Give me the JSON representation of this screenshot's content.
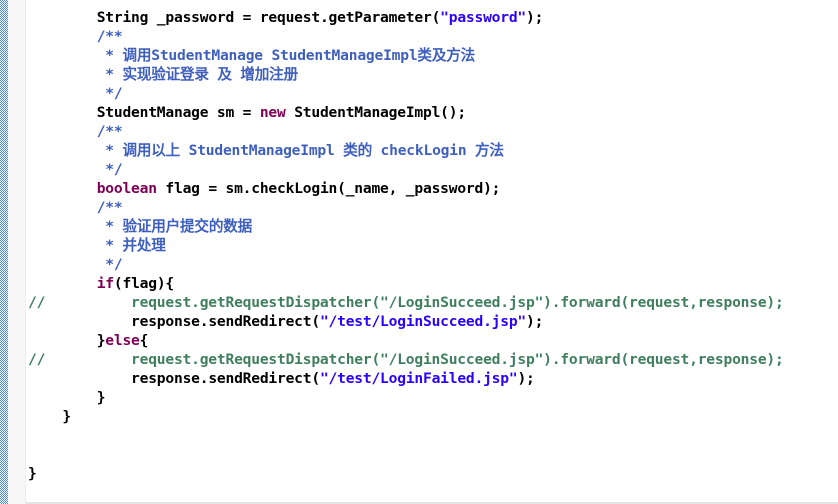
{
  "editor": {
    "language": "Java",
    "colors": {
      "keyword": "#7f0055",
      "string": "#2a00ff",
      "javadoc": "#3f5fbf",
      "line_comment": "#3f7f5f",
      "default": "#000000",
      "ruler": "#4a8fe0"
    },
    "lines": [
      {
        "indent": "        ",
        "tokens": [
          {
            "type": "plain",
            "text": "String _password = request.getParameter("
          },
          {
            "type": "str",
            "text": "\"password\""
          },
          {
            "type": "plain",
            "text": ");"
          }
        ]
      },
      {
        "indent": "        ",
        "tokens": [
          {
            "type": "doc",
            "text": "/**"
          }
        ]
      },
      {
        "indent": "        ",
        "tokens": [
          {
            "type": "doc",
            "text": " * 调用StudentManage StudentManageImpl类及方法"
          }
        ]
      },
      {
        "indent": "        ",
        "tokens": [
          {
            "type": "doc",
            "text": " * 实现验证登录 及 增加注册"
          }
        ]
      },
      {
        "indent": "        ",
        "tokens": [
          {
            "type": "doc",
            "text": " */"
          }
        ]
      },
      {
        "indent": "        ",
        "tokens": [
          {
            "type": "plain",
            "text": "StudentManage sm = "
          },
          {
            "type": "kw",
            "text": "new"
          },
          {
            "type": "plain",
            "text": " StudentManageImpl();"
          }
        ]
      },
      {
        "indent": "        ",
        "tokens": [
          {
            "type": "doc",
            "text": "/**"
          }
        ]
      },
      {
        "indent": "        ",
        "tokens": [
          {
            "type": "doc",
            "text": " * 调用以上 StudentManageImpl 类的 checkLogin 方法"
          }
        ]
      },
      {
        "indent": "        ",
        "tokens": [
          {
            "type": "doc",
            "text": " */"
          }
        ]
      },
      {
        "indent": "        ",
        "tokens": [
          {
            "type": "kw",
            "text": "boolean"
          },
          {
            "type": "plain",
            "text": " flag = sm.checkLogin(_name, _password);"
          }
        ]
      },
      {
        "indent": "        ",
        "tokens": [
          {
            "type": "doc",
            "text": "/**"
          }
        ]
      },
      {
        "indent": "        ",
        "tokens": [
          {
            "type": "doc",
            "text": " * 验证用户提交的数据"
          }
        ]
      },
      {
        "indent": "        ",
        "tokens": [
          {
            "type": "doc",
            "text": " * 并处理"
          }
        ]
      },
      {
        "indent": "        ",
        "tokens": [
          {
            "type": "doc",
            "text": " */"
          }
        ]
      },
      {
        "indent": "        ",
        "tokens": [
          {
            "type": "kw",
            "text": "if"
          },
          {
            "type": "plain",
            "text": "(flag){"
          }
        ]
      },
      {
        "indent": "",
        "tokens": [
          {
            "type": "cmt",
            "text": "//          request.getRequestDispatcher(\"/LoginSucceed.jsp\").forward(request,response);"
          }
        ]
      },
      {
        "indent": "            ",
        "tokens": [
          {
            "type": "plain",
            "text": "response.sendRedirect("
          },
          {
            "type": "str",
            "text": "\"/test/LoginSucceed.jsp\""
          },
          {
            "type": "plain",
            "text": ");"
          }
        ]
      },
      {
        "indent": "        ",
        "tokens": [
          {
            "type": "plain",
            "text": "}"
          },
          {
            "type": "kw",
            "text": "else"
          },
          {
            "type": "plain",
            "text": "{"
          }
        ]
      },
      {
        "indent": "",
        "tokens": [
          {
            "type": "cmt",
            "text": "//          request.getRequestDispatcher(\"/LoginSucceed.jsp\").forward(request,response);"
          }
        ]
      },
      {
        "indent": "            ",
        "tokens": [
          {
            "type": "plain",
            "text": "response.sendRedirect("
          },
          {
            "type": "str",
            "text": "\"/test/LoginFailed.jsp\""
          },
          {
            "type": "plain",
            "text": ");"
          }
        ]
      },
      {
        "indent": "        ",
        "tokens": [
          {
            "type": "plain",
            "text": "}"
          }
        ]
      },
      {
        "indent": "    ",
        "tokens": [
          {
            "type": "plain",
            "text": "}"
          }
        ]
      },
      {
        "indent": "",
        "tokens": []
      },
      {
        "indent": "",
        "tokens": []
      },
      {
        "indent": "",
        "tokens": [
          {
            "type": "plain",
            "text": "}"
          }
        ]
      }
    ]
  }
}
